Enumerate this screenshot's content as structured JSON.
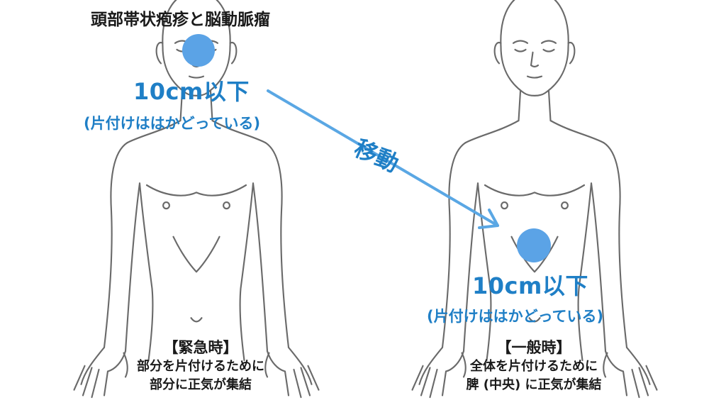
{
  "title": "頭部帯状疱疹と脳動脈瘤",
  "arrow_label": "移動",
  "left": {
    "size_label": "10cm以下",
    "size_note": "(片付けははかどっている)",
    "caption_heading": "【緊急時】",
    "caption_line1": "部分を片付けるために",
    "caption_line2": "部分に正気が集結"
  },
  "right": {
    "size_label": "10cm以下",
    "size_note": "(片付けははかどっている)",
    "caption_heading": "【一般時】",
    "caption_line1": "全体を片付けるために",
    "caption_line2": "脾 (中央) に正気が集結"
  },
  "colors": {
    "accent_blue": "#1f7fc6",
    "circle_blue": "#5ba3e6",
    "arrow_blue": "#5aa7e4",
    "line_gray": "#6a6a6a",
    "text_dark": "#1a1a1a"
  }
}
